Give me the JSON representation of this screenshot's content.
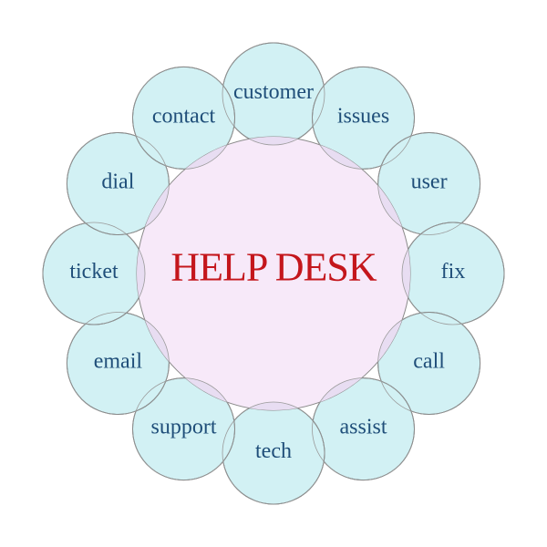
{
  "center": {
    "title": "HELP DESK",
    "fill_color": "#f7e9f9",
    "text_color": "#c4161c"
  },
  "petals": {
    "fill_color": "#d2f1f4",
    "overlap_color": "#e8ddf2",
    "text_color": "#1f4e79",
    "items": [
      {
        "label": "customer"
      },
      {
        "label": "issues"
      },
      {
        "label": "user"
      },
      {
        "label": "fix"
      },
      {
        "label": "call"
      },
      {
        "label": "assist"
      },
      {
        "label": "tech"
      },
      {
        "label": "support"
      },
      {
        "label": "email"
      },
      {
        "label": "ticket"
      },
      {
        "label": "dial"
      },
      {
        "label": "contact"
      }
    ]
  }
}
